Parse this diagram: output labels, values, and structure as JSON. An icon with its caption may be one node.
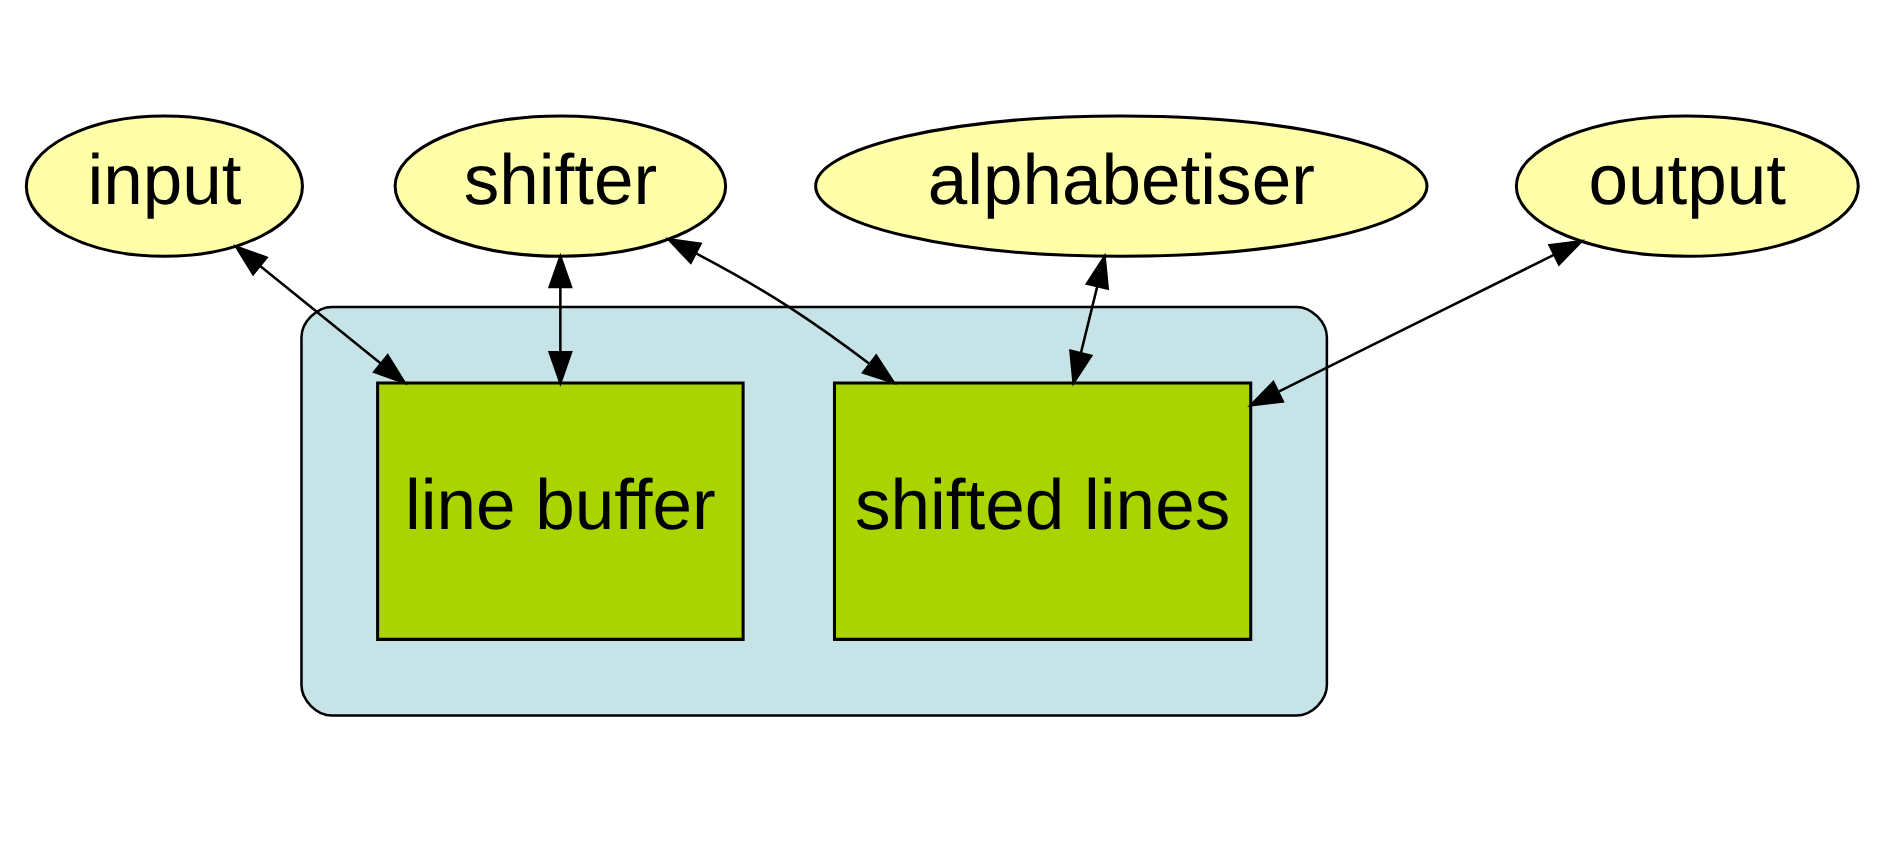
{
  "diagram": {
    "nodes": [
      {
        "text": [
          "input"
        ]
      },
      {
        "text": [
          "shifter"
        ]
      },
      {
        "text": [
          "alphabetiser"
        ]
      },
      {
        "text": [
          "output"
        ]
      },
      {
        "text": [],
        "shape": "ellipse"
      },
      {
        "text": [
          "line buffer"
        ],
        "in": 4
      },
      {
        "text": [
          "shifted lines"
        ],
        "in": 4
      }
    ],
    "edges": [
      {
        "from": 0,
        "to": 5,
        "arrow": "both"
      },
      {
        "from": 1,
        "to": 5,
        "arrow": "both"
      },
      {
        "from": 1,
        "to": 6,
        "arrow": "both"
      },
      {
        "from": 2,
        "to": 6,
        "arrow": "both"
      },
      {
        "from": 3,
        "to": 6,
        "arrow": "both"
      }
    ]
  }
}
